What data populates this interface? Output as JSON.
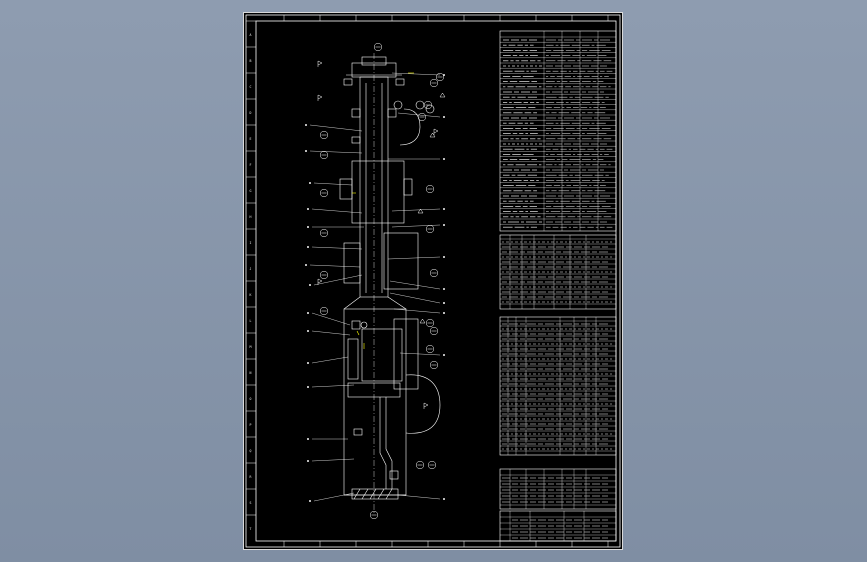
{
  "drawing": {
    "frame_color": "#ffffff",
    "line_color": "#ffffff",
    "accent_color": "#ffff00",
    "background_color": "#000000",
    "viewport_background": "#8e9cb0",
    "zone_letters": [
      "A",
      "B",
      "C",
      "D",
      "E",
      "F",
      "G",
      "H",
      "I",
      "J",
      "K",
      "L",
      "M",
      "N",
      "O",
      "P",
      "Q",
      "R",
      "S",
      "T"
    ]
  }
}
